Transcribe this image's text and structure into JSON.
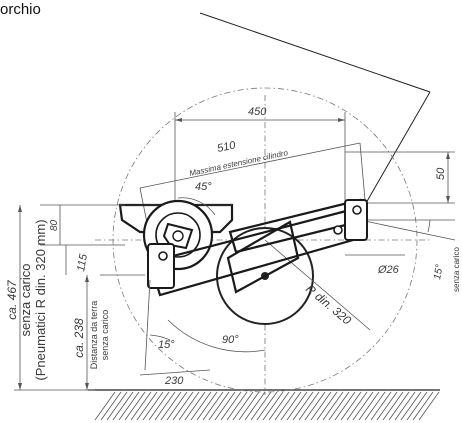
{
  "caption": "orchio",
  "labels": {
    "d450": "450",
    "d510": "510",
    "d50": "50",
    "d80": "80",
    "d115": "115",
    "d26": "Ø26",
    "d230": "230",
    "a45": "45°",
    "a90": "90°",
    "a15_left": "15°",
    "a15_right": "15°",
    "senza_carico_right": "senza carico",
    "massima": "Massima estensione cilindro",
    "rdin": "R din. 320",
    "ca467": "ca. 467",
    "senza_carico_left": "senza carico",
    "pneumatici": "(Pneumatici R din. 320 mm)",
    "ca238": "ca. 238",
    "distanza": "Distanza da terra",
    "senza_carico_small": "senza carico"
  }
}
